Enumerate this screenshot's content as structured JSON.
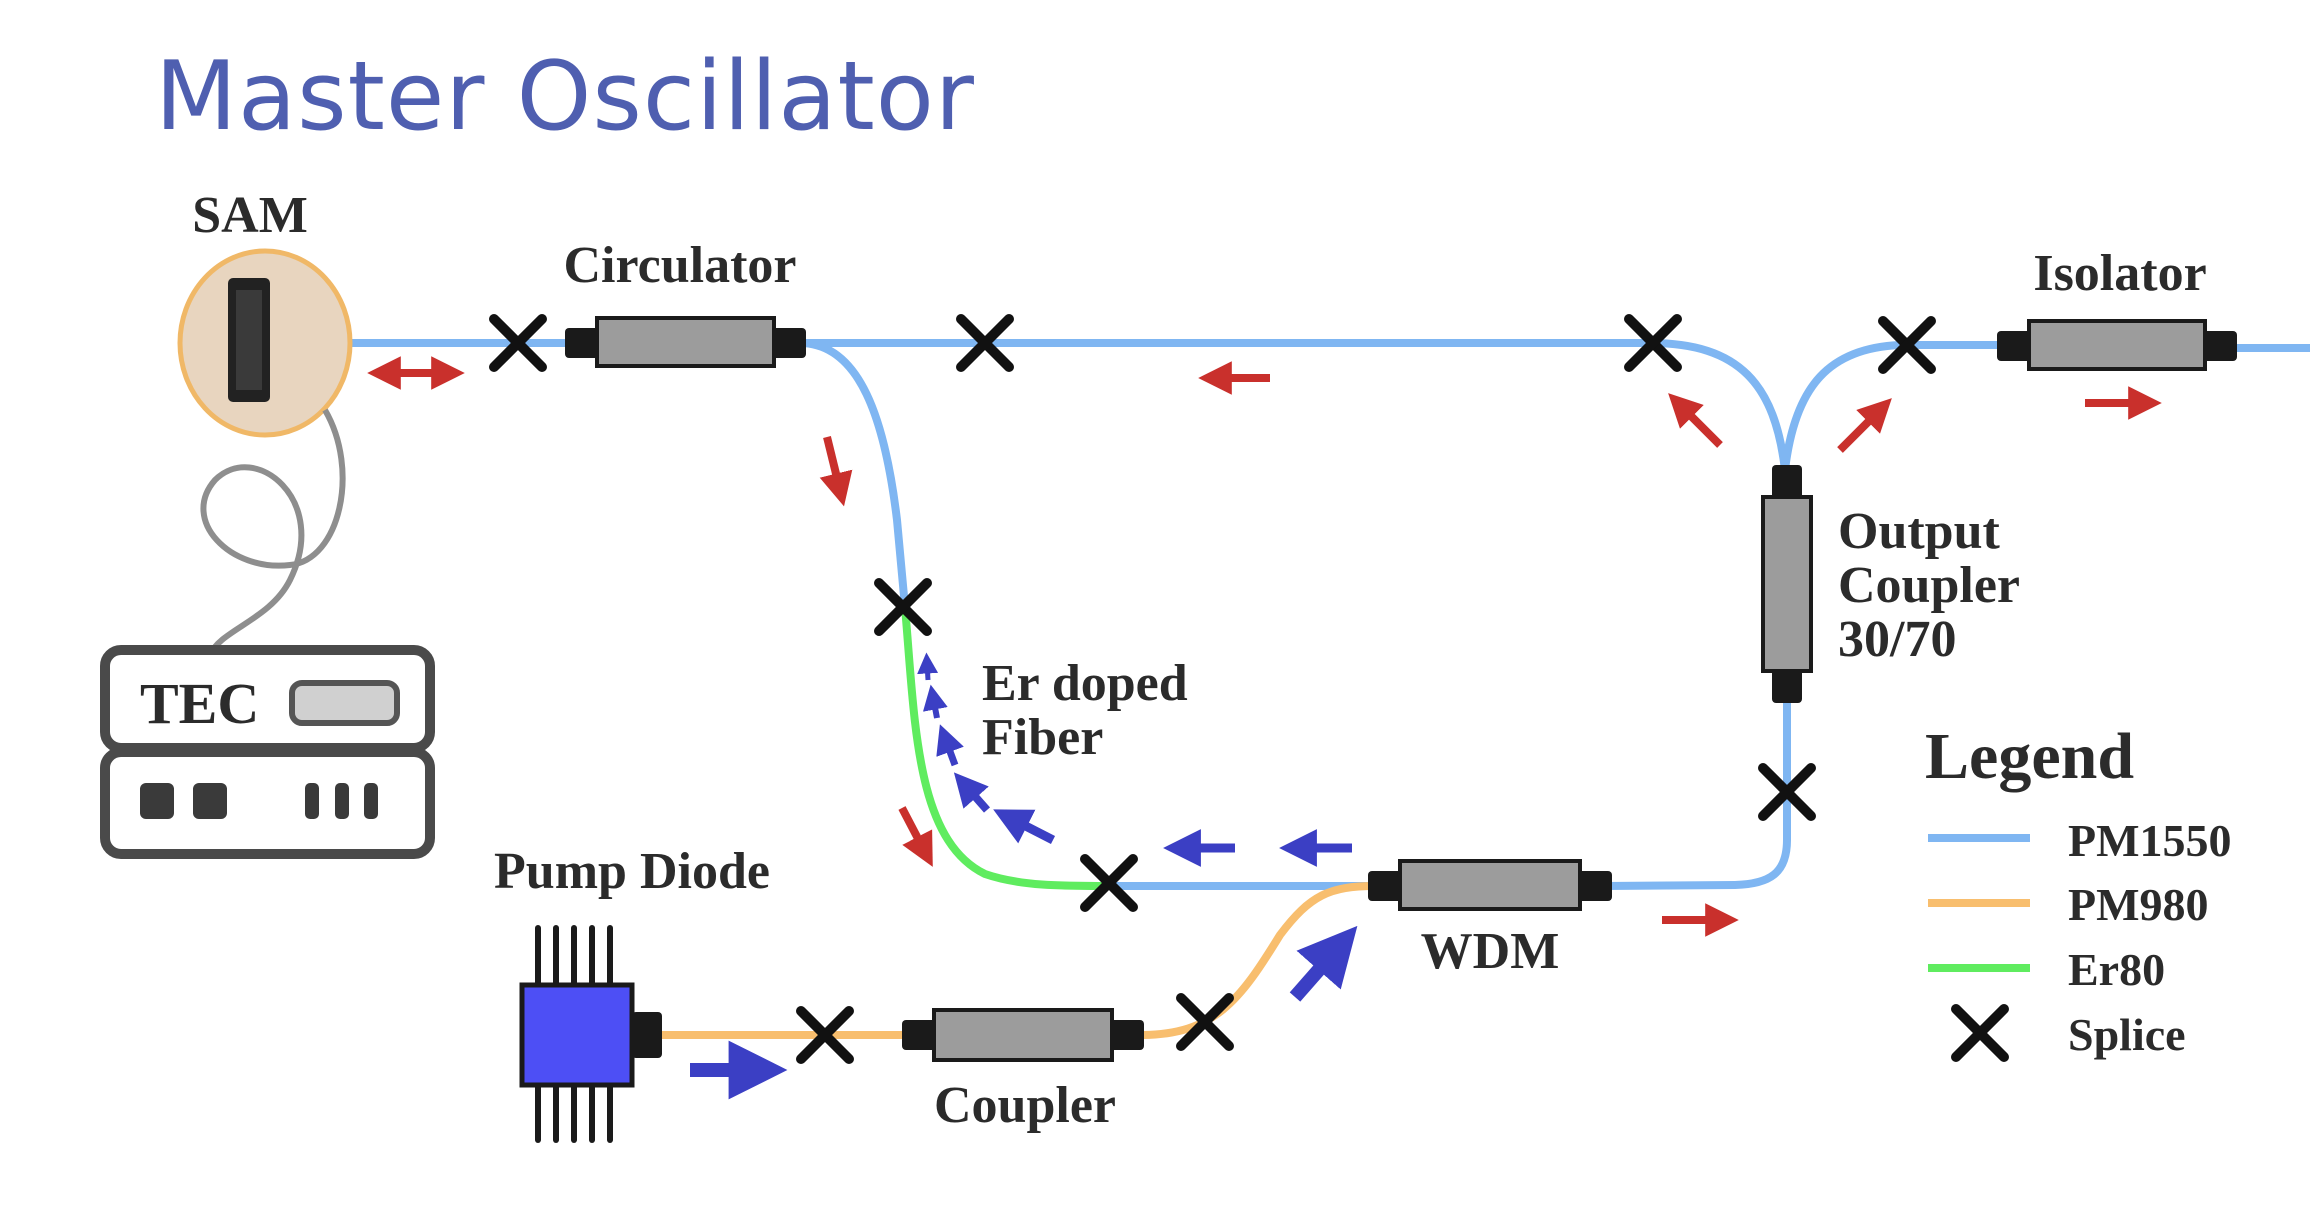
{
  "title": "Master Oscillator",
  "labels": {
    "sam": "SAM",
    "circulator": "Circulator",
    "isolator": "Isolator",
    "output_coupler_1": "Output",
    "output_coupler_2": "Coupler",
    "output_coupler_3": "30/70",
    "tec": "TEC",
    "er_doped_1": "Er doped",
    "er_doped_2": "Fiber",
    "pump_diode": "Pump Diode",
    "wdm": "WDM",
    "coupler": "Coupler"
  },
  "legend": {
    "title": "Legend",
    "items": [
      {
        "label": "PM1550",
        "kind": "line",
        "color": "#7fb6f2"
      },
      {
        "label": "PM980",
        "kind": "line",
        "color": "#f8be6e"
      },
      {
        "label": "Er80",
        "kind": "line",
        "color": "#5fec5f"
      },
      {
        "label": "Splice",
        "kind": "cross",
        "color": "#111111"
      }
    ]
  },
  "colors": {
    "title": "#4f5fb0",
    "pm1550": "#7fb6f2",
    "pm980": "#f8be6e",
    "er80": "#5fec5f",
    "signal_arrow": "#c9302c",
    "pump_arrow": "#3b3fc4",
    "pump_diode": "#4d4ff5",
    "sam_disc": "#e8d5bf",
    "sam_rim": "#f0b867",
    "component_body": "#9c9c9c"
  },
  "icons": [
    "splice-cross-icon",
    "red-arrow-icon",
    "blue-arrow-icon",
    "pump-diode-chip-icon",
    "tec-controller-icon"
  ]
}
